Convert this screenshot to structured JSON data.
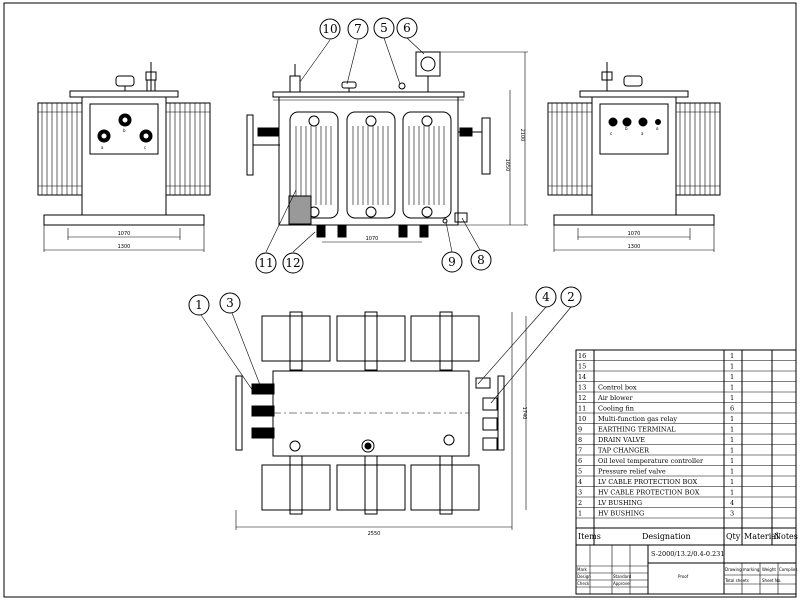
{
  "balloons": {
    "n1": "1",
    "n2": "2",
    "n3": "3",
    "n4": "4",
    "n5": "5",
    "n6": "6",
    "n7": "7",
    "n8": "8",
    "n9": "9",
    "n10": "10",
    "n11": "11",
    "n12": "12"
  },
  "dimensions": {
    "left_width_inner": "1070",
    "left_width_outer": "1300",
    "front_base": "1070",
    "front_height_total": "2100",
    "front_height_body": "1650",
    "right_width_inner": "1070",
    "right_width_outer": "1300",
    "top_length": "2550",
    "top_width": "1740"
  },
  "terminals": {
    "left_a": "a",
    "left_b": "b",
    "left_c": "c",
    "right_c": "c",
    "right_b": "b",
    "right_a": "a",
    "right_o": "o"
  },
  "parts_table": {
    "rows": [
      {
        "no": "16",
        "designation": "",
        "qty": "1",
        "material": "",
        "notes": ""
      },
      {
        "no": "15",
        "designation": "",
        "qty": "1",
        "material": "",
        "notes": ""
      },
      {
        "no": "14",
        "designation": "",
        "qty": "1",
        "material": "",
        "notes": ""
      },
      {
        "no": "13",
        "designation": "Control box",
        "qty": "1",
        "material": "",
        "notes": ""
      },
      {
        "no": "12",
        "designation": "Air blower",
        "qty": "1",
        "material": "",
        "notes": ""
      },
      {
        "no": "11",
        "designation": "Cooling fin",
        "qty": "6",
        "material": "",
        "notes": ""
      },
      {
        "no": "10",
        "designation": "Multi-function gas relay",
        "qty": "1",
        "material": "",
        "notes": ""
      },
      {
        "no": "9",
        "designation": "EARTHING TERMINAL",
        "qty": "1",
        "material": "",
        "notes": ""
      },
      {
        "no": "8",
        "designation": "DRAIN VALVE",
        "qty": "1",
        "material": "",
        "notes": ""
      },
      {
        "no": "7",
        "designation": "TAP CHANGER",
        "qty": "1",
        "material": "",
        "notes": ""
      },
      {
        "no": "6",
        "designation": "Oil level temperature controller",
        "qty": "1",
        "material": "",
        "notes": ""
      },
      {
        "no": "5",
        "designation": "Pressure relief valve",
        "qty": "1",
        "material": "",
        "notes": ""
      },
      {
        "no": "4",
        "designation": "LV CABLE PROTECTION BOX",
        "qty": "1",
        "material": "",
        "notes": ""
      },
      {
        "no": "3",
        "designation": "HV CABLE PROTECTION BOX",
        "qty": "1",
        "material": "",
        "notes": ""
      },
      {
        "no": "2",
        "designation": "LV BUSHING",
        "qty": "4",
        "material": "",
        "notes": ""
      },
      {
        "no": "1",
        "designation": "HV BUSHING",
        "qty": "3",
        "material": "",
        "notes": ""
      }
    ],
    "header": {
      "items": "Items",
      "designation": "Designation",
      "qty": "Qty",
      "material": "Material",
      "notes": "Notes"
    }
  },
  "title_block": {
    "model": "S-2000/13.2/0.4-0.231",
    "title": "Proof",
    "drawing_mark": "Drawing marking",
    "weight": "Weight",
    "scale": "Complies",
    "total_sheets": "Total sheets",
    "sheet_no": "Sheet No.",
    "design": "Design",
    "check": "Check",
    "standard": "Standard",
    "approve": "Approve",
    "mark": "Mark"
  }
}
